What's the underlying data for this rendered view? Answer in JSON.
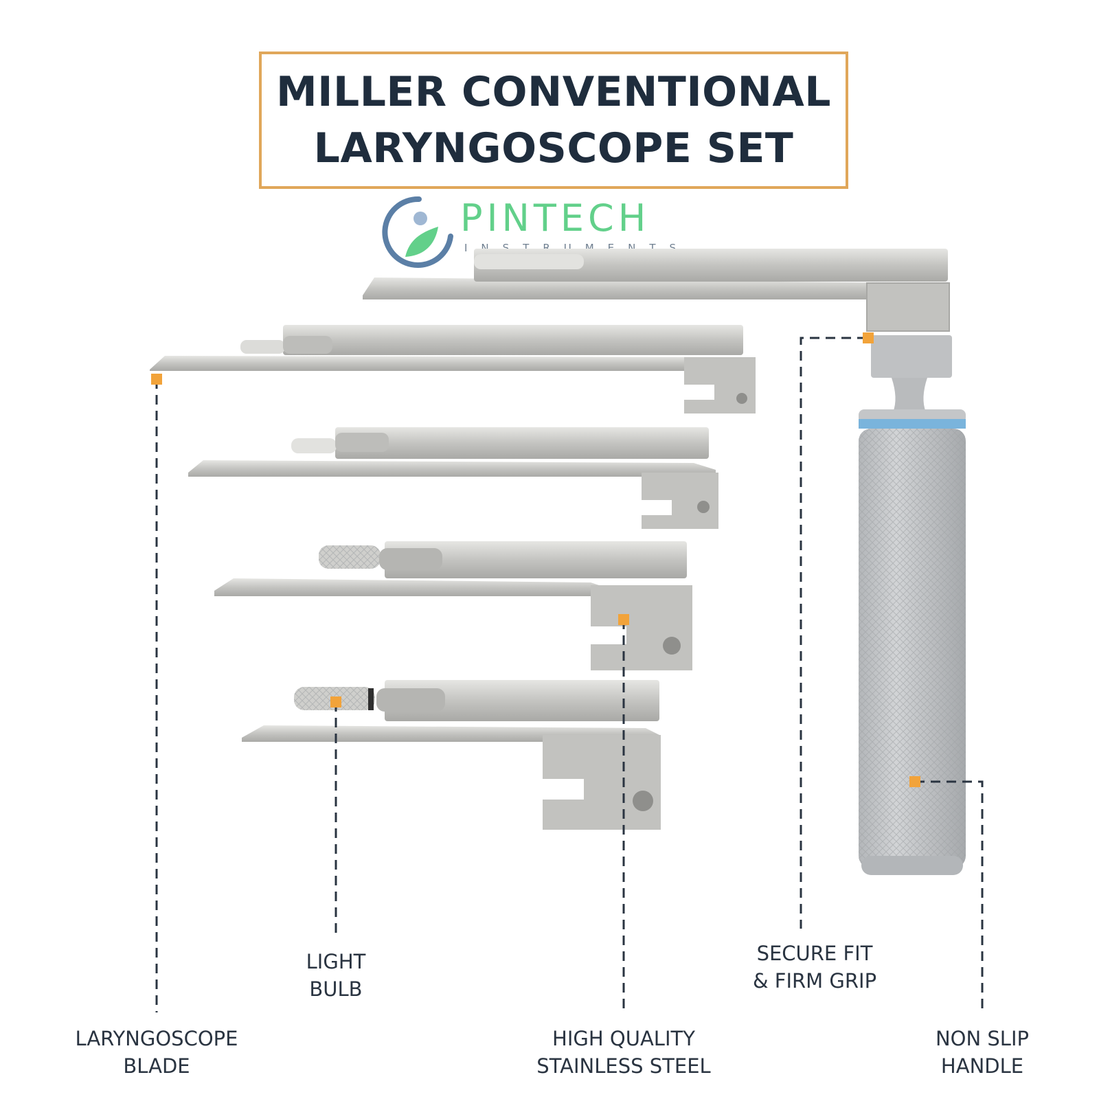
{
  "title": {
    "line1": "MILLER CONVENTIONAL",
    "line2": "LARYNGOSCOPE SET"
  },
  "logo": {
    "name": "PINTECH",
    "subtitle": "INSTRUMENTS"
  },
  "callouts": [
    {
      "line1": "LARYNGOSCOPE",
      "line2": "BLADE"
    },
    {
      "line1": "LIGHT",
      "line2": "BULB"
    },
    {
      "line1": "HIGH QUALITY",
      "line2": "STAINLESS STEEL"
    },
    {
      "line1": "SECURE FIT",
      "line2": "& FIRM GRIP"
    },
    {
      "line1": "NON SLIP",
      "line2": "HANDLE"
    }
  ],
  "colors": {
    "title_border": "#e0a75a",
    "title_text": "#1f2d3d",
    "marker": "#f2a33a",
    "leader_line": "#2a3441",
    "steel": "#c9c9c6",
    "handle_ring": "#7ab4dc",
    "logo_green": "#62d08a",
    "logo_blue": "#5b7fa6"
  }
}
